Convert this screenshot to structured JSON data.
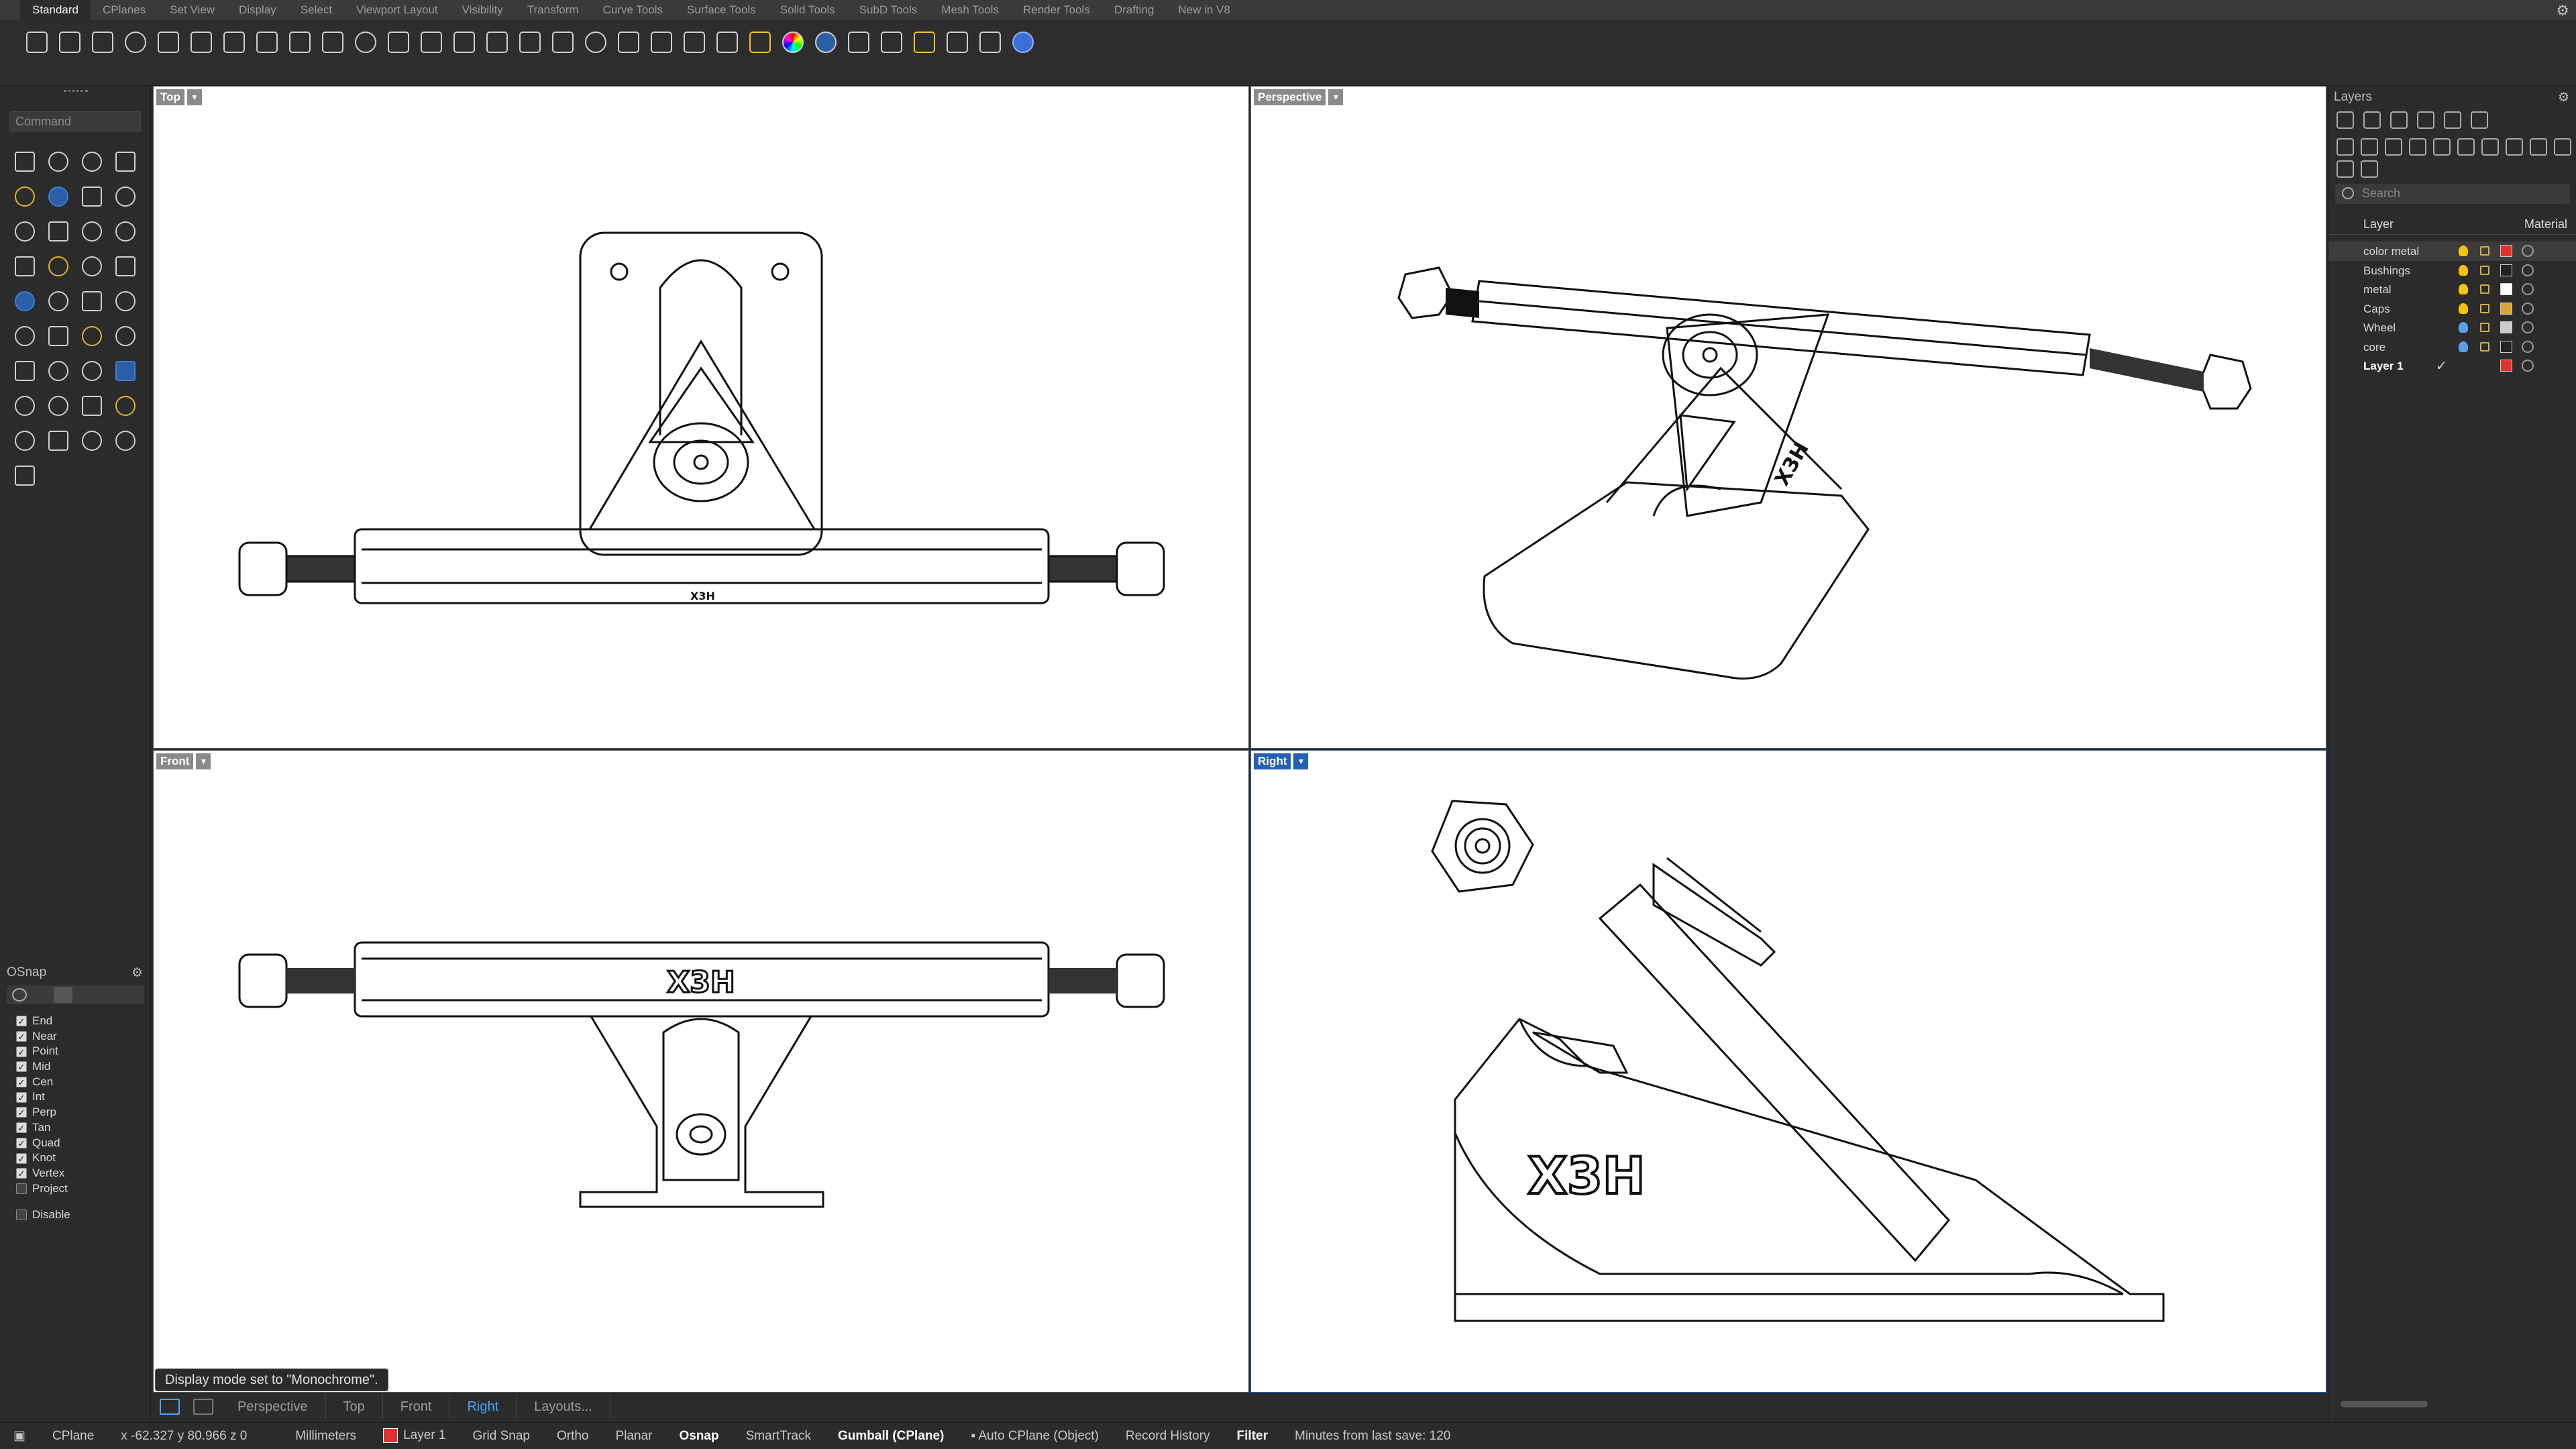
{
  "tabs": [
    "Standard",
    "CPlanes",
    "Set View",
    "Display",
    "Select",
    "Viewport Layout",
    "Visibility",
    "Transform",
    "Curve Tools",
    "Surface Tools",
    "Solid Tools",
    "SubD Tools",
    "Mesh Tools",
    "Render Tools",
    "Drafting",
    "New in V8"
  ],
  "active_tab": "Standard",
  "toolbar_icons": [
    "new-file-icon",
    "open-icon",
    "save-icon",
    "print-icon",
    "import-icon",
    "cut-icon",
    "copy-icon",
    "paste-icon",
    "undo-icon",
    "pan-icon",
    "rotate-view-icon",
    "zoom-icon",
    "zoom-window-icon",
    "zoom-extents-icon",
    "zoom-selected-icon",
    "undo-view-icon",
    "four-viewports-icon",
    "car-icon",
    "render-icon",
    "select-icon",
    "points-icon",
    "lock-icon",
    "light-icon",
    "color-wheel-icon",
    "sphere-icon",
    "materials-icon",
    "raytrace-icon",
    "sun-icon",
    "named-views-icon",
    "environment-icon",
    "help-icon"
  ],
  "command": {
    "placeholder": "Command"
  },
  "tool_icons": [
    "pointer-icon",
    "point-icon",
    "polyline-icon",
    "curve-icon",
    "circle-icon",
    "ellipse-icon",
    "polygon-icon",
    "rectangle-icon",
    "arc-icon",
    "freeform-icon",
    "surface-icon",
    "patch-icon",
    "box-icon",
    "cylinder-icon",
    "extrude-icon",
    "loft-icon",
    "explode-icon",
    "boolean-icon",
    "trim-icon",
    "split-icon",
    "join-icon",
    "fillet-icon",
    "offset-icon",
    "extend-icon",
    "text-icon",
    "array-icon",
    "grid-icon",
    "dimension-icon",
    "solid-icon",
    "transform-icon",
    "measure-icon",
    "mesh-icon",
    "bend-icon",
    "twist-icon",
    "check-icon",
    "analyze-icon",
    "paint-icon"
  ],
  "osnap": {
    "title": "OSnap",
    "items": [
      {
        "label": "End",
        "checked": true
      },
      {
        "label": "Near",
        "checked": true
      },
      {
        "label": "Point",
        "checked": true
      },
      {
        "label": "Mid",
        "checked": true
      },
      {
        "label": "Cen",
        "checked": true
      },
      {
        "label": "Int",
        "checked": true
      },
      {
        "label": "Perp",
        "checked": true
      },
      {
        "label": "Tan",
        "checked": true
      },
      {
        "label": "Quad",
        "checked": true
      },
      {
        "label": "Knot",
        "checked": true
      },
      {
        "label": "Vertex",
        "checked": true
      },
      {
        "label": "Project",
        "checked": false
      }
    ],
    "disable_label": "Disable"
  },
  "viewports": {
    "top": "Top",
    "perspective": "Perspective",
    "front": "Front",
    "right": "Right",
    "active": "Right"
  },
  "logo_text": "X3H",
  "tooltip": "Display mode set to \"Monochrome\".",
  "viewport_tabs": [
    "Perspective",
    "Top",
    "Front",
    "Right",
    "Layouts..."
  ],
  "active_viewport_tab": "Right",
  "status": {
    "cplane": "CPlane",
    "coords": "x -62.327  y 80.966  z 0",
    "units": "Millimeters",
    "layer": "Layer 1",
    "layer_color": "#e03030",
    "grid_snap": "Grid Snap",
    "ortho": "Ortho",
    "planar": "Planar",
    "osnap": "Osnap",
    "smarttrack": "SmartTrack",
    "gumball": "Gumball (CPlane)",
    "auto_cplane": "Auto CPlane (Object)",
    "record_history": "Record History",
    "filter": "Filter",
    "save_info": "Minutes from last save: 120"
  },
  "layers": {
    "title": "Layers",
    "search_placeholder": "Search",
    "col_layer": "Layer",
    "col_material": "Material",
    "rows": [
      {
        "name": "color metal",
        "color": "#9b59d0",
        "selected": true,
        "current": false
      },
      {
        "name": "Bushings",
        "color": "#222222",
        "selected": false,
        "current": false
      },
      {
        "name": "metal",
        "color": "#ffffff",
        "selected": false,
        "current": false
      },
      {
        "name": "Caps",
        "color": "#d9a63a",
        "selected": false,
        "current": false
      },
      {
        "name": "Wheel",
        "color": "#cccccc",
        "selected": false,
        "current": false
      },
      {
        "name": "core",
        "color": "#222222",
        "selected": false,
        "current": false
      },
      {
        "name": "Layer 1",
        "color": "#e03030",
        "selected": false,
        "current": true
      }
    ]
  }
}
